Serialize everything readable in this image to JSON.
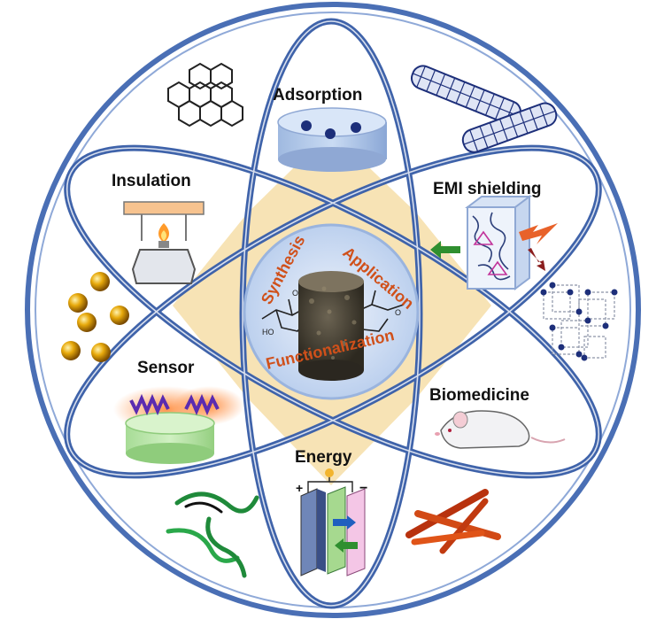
{
  "labels": {
    "adsorption": "Adsorption",
    "insulation": "Insulation",
    "emi": "EMI shielding",
    "sensor": "Sensor",
    "biomedicine": "Biomedicine",
    "energy": "Energy"
  },
  "center": {
    "synthesis": "Synthesis",
    "application": "Application",
    "functionalization": "Functionalization"
  },
  "battery_signs": {
    "plus": "+",
    "minus": "−"
  },
  "molecule_atoms": {
    "oh": "OH",
    "ho": "HO",
    "o": "O"
  },
  "colors": {
    "ring_blue": "#4a6fb5",
    "center_text": "#d0501a",
    "star_fill": "#f7e3b5",
    "center_disc": "#c9d9f0"
  }
}
